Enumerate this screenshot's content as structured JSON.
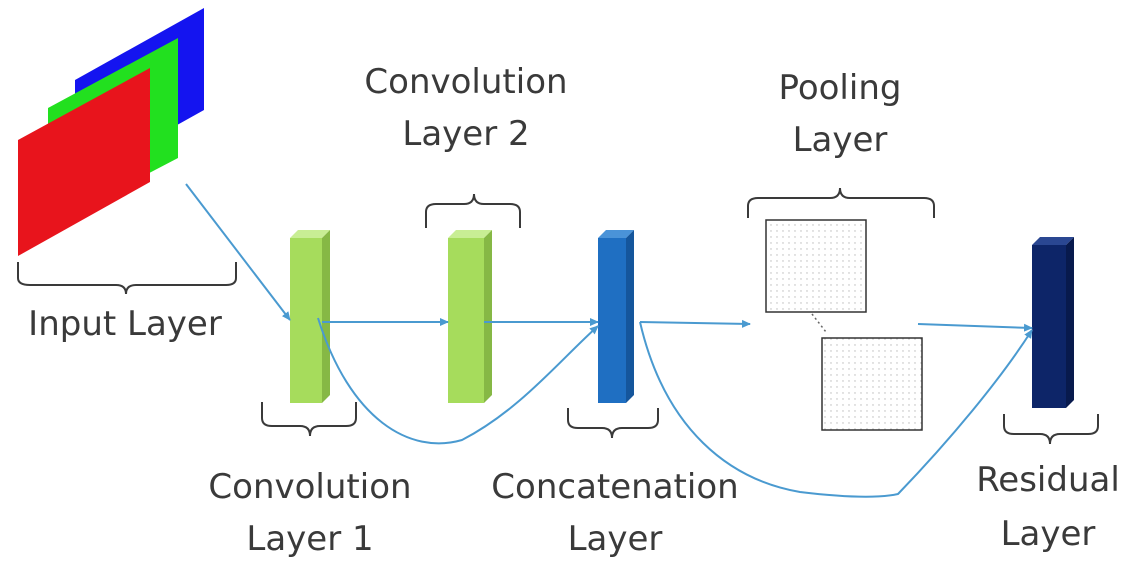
{
  "labels": {
    "input_layer": "Input Layer",
    "conv1_line1": "Convolution",
    "conv1_line2": "Layer 1",
    "conv2_line1": "Convolution",
    "conv2_line2": "Layer 2",
    "concat_line1": "Concatenation",
    "concat_line2": "Layer",
    "pool_line1": "Pooling",
    "pool_line2": "Layer",
    "residual_line1": "Residual",
    "residual_line2": "Layer"
  },
  "colors": {
    "input_red": "#e8141c",
    "input_green": "#22e01f",
    "input_blue": "#1414f0",
    "conv_green": "#a6dc5c",
    "concat_blue": "#1f6fc2",
    "residual_navy": "#0d2568",
    "arrow": "#4a9ad0",
    "bracket": "#3a3a3a"
  }
}
